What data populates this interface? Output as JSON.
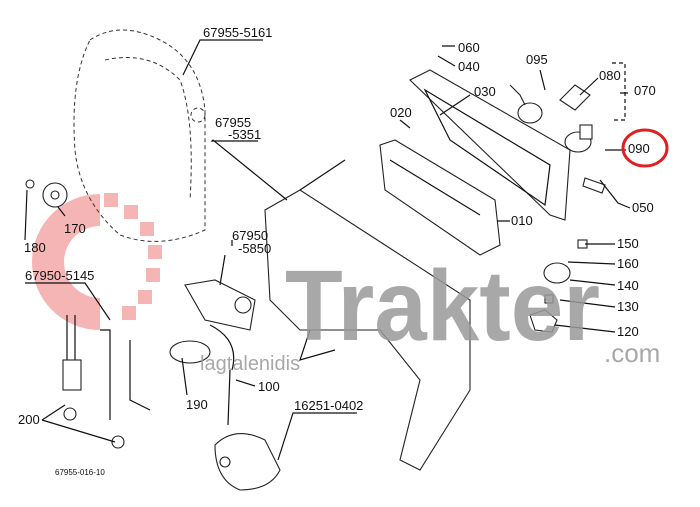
{
  "diagram": {
    "drawing_code": "67955-016-10",
    "highlighted_part": "090",
    "highlight_color": "#e02020",
    "part_labels": {
      "p67955_5161": "67955-5161",
      "p67955_5351_a": "67955",
      "p67955_5351_b": "-5351",
      "p060": "060",
      "p040": "040",
      "p095": "095",
      "p080": "080",
      "p070": "070",
      "p030": "030",
      "p020": "020",
      "p090": "090",
      "p010": "010",
      "p050": "050",
      "p150": "150",
      "p160": "160",
      "p140": "140",
      "p130": "130",
      "p120": "120",
      "p170": "170",
      "p180": "180",
      "p67950_5850_a": "67950",
      "p67950_5850_b": "-5850",
      "p67950_5145": "67950-5145",
      "p190": "190",
      "p100": "100",
      "p16251_0402": "16251-0402",
      "p200": "200"
    }
  },
  "watermark": {
    "brand": "Trakter",
    "domain": ".com",
    "tagline": "lagtalenidis",
    "gear_color": "#f5a3a3"
  }
}
